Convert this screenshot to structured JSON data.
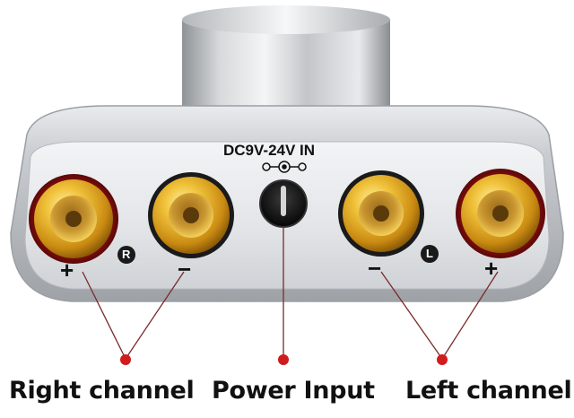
{
  "panel": {
    "power_spec": "DC9V-24V IN",
    "right_marker": "R",
    "left_marker": "L",
    "polarity_plus": "+",
    "polarity_minus": "−"
  },
  "callouts": {
    "right_channel": "Right channel",
    "power_input": "Power Input",
    "left_channel": "Left channel"
  },
  "colors": {
    "body_silver": "#c9ccd0",
    "face_silver": "#e4e6e9",
    "gold": "#d9a21e",
    "callout_red": "#d01c1c",
    "leader_line": "#7a2a2a"
  }
}
